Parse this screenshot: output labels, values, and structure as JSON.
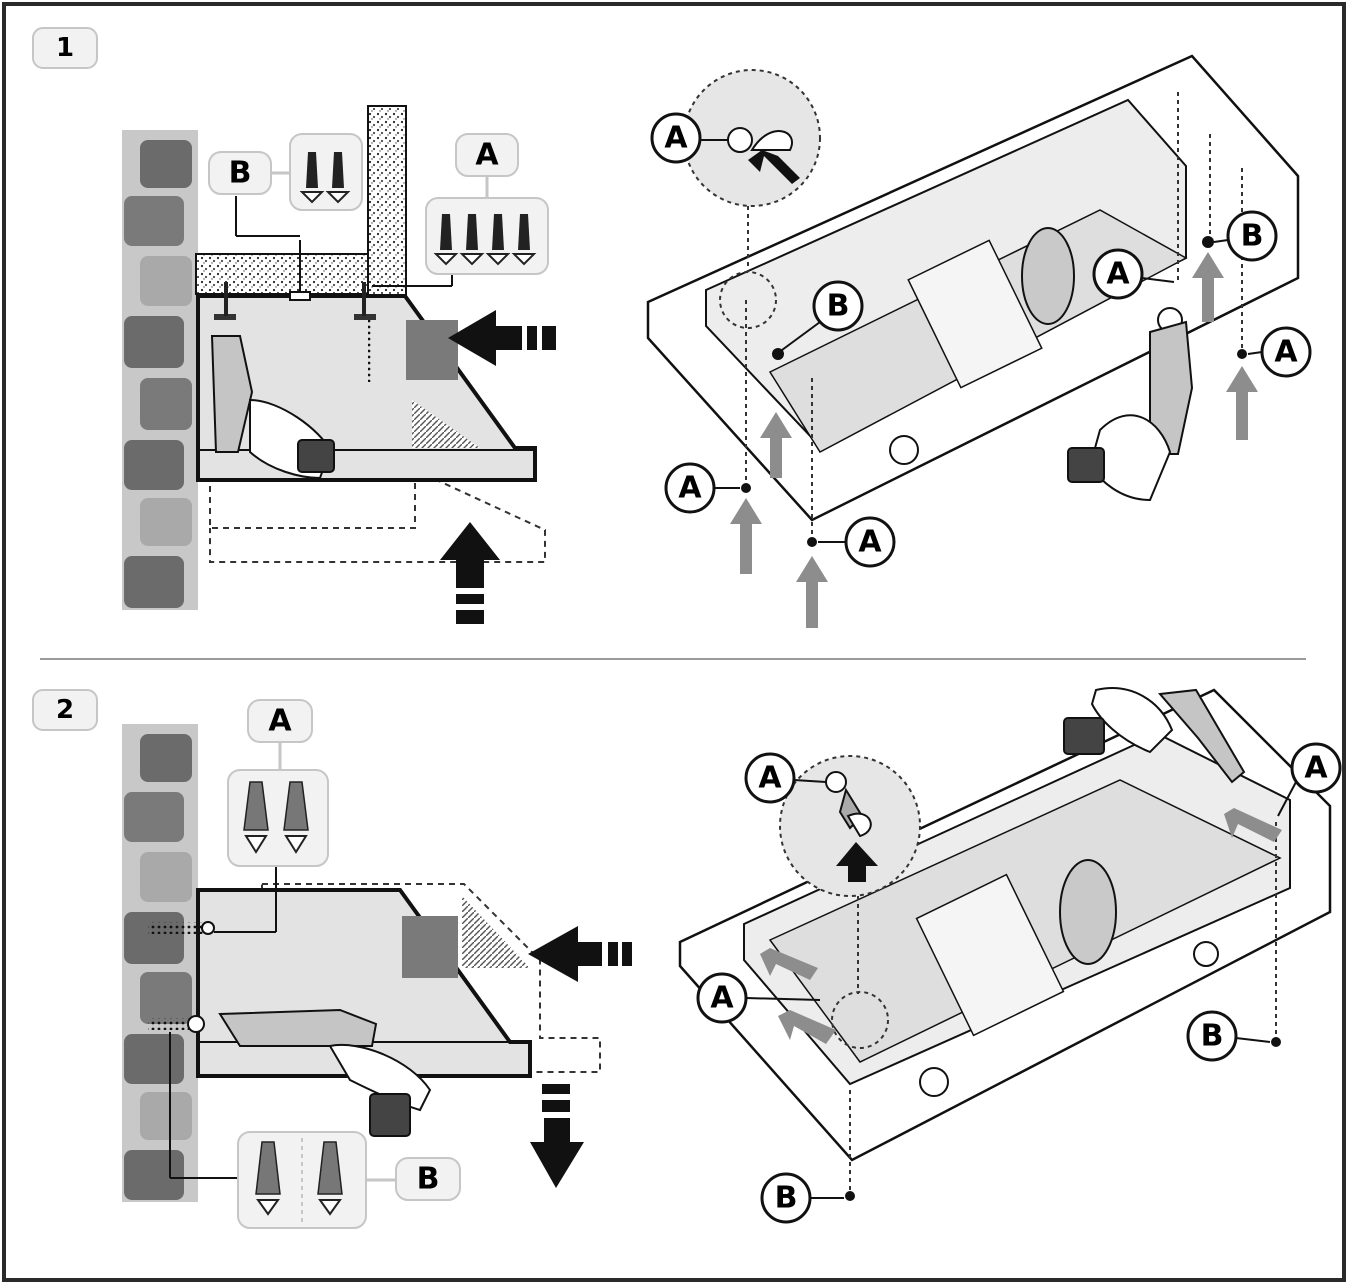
{
  "steps": [
    "1",
    "2"
  ],
  "labels": {
    "a": "A",
    "b": "B"
  },
  "colors": {
    "frame": "#2a2a2a",
    "brick_dark": "#6b6b6b",
    "brick_light": "#a9a9a9",
    "panel": "#e3e3e3",
    "arrow_black": "#111111",
    "arrow_grey": "#8d8d8d",
    "badge_bg": "#f2f2f2",
    "badge_stroke": "#c6c6c6"
  }
}
